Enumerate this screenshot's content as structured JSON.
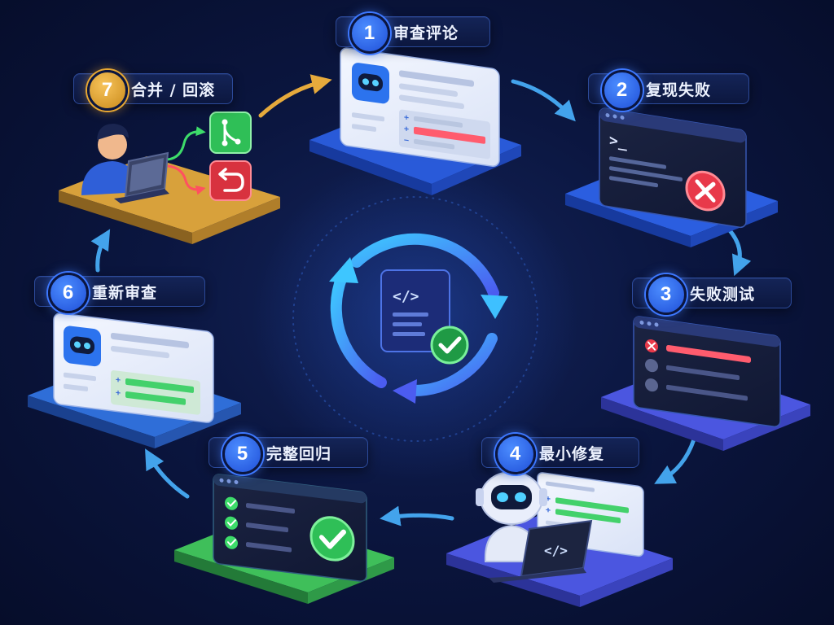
{
  "steps": [
    {
      "num": "1",
      "label": "审查评论"
    },
    {
      "num": "2",
      "label": "复现失败"
    },
    {
      "num": "3",
      "label": "失败测试"
    },
    {
      "num": "4",
      "label": "最小修复"
    },
    {
      "num": "5",
      "label": "完整回归"
    },
    {
      "num": "6",
      "label": "重新审查"
    },
    {
      "num": "7",
      "label": "合并 / 回滚"
    }
  ],
  "glyphs": {
    "prompt": ">_",
    "code": "</>",
    "plus": "+",
    "minus": "−",
    "close": "×"
  },
  "colors": {
    "accent_blue": "#3d7bff",
    "success_green": "#3ddc6a",
    "error_red": "#e8394a",
    "gold": "#e8a832",
    "arrow": "#4ab3ff"
  }
}
